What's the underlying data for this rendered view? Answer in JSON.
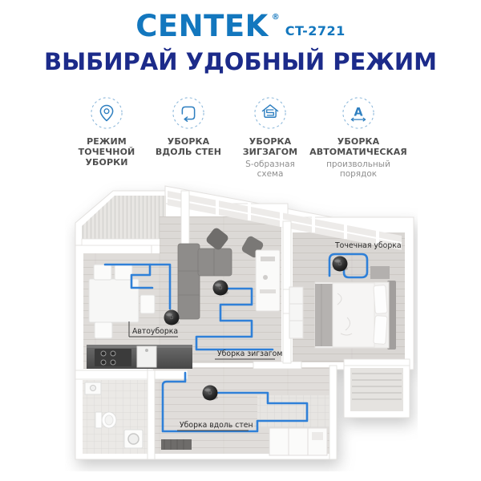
{
  "header": {
    "brand": "CENTEK",
    "reg": "®",
    "model": "CT-2721",
    "title": "ВЫБИРАЙ УДОБНЫЙ РЕЖИМ"
  },
  "modes": [
    {
      "icon": "pin-icon",
      "label": "РЕЖИМ\nТОЧЕЧНОЙ\nУБОРКИ",
      "sublabel": ""
    },
    {
      "icon": "loop-arrow-icon",
      "label": "УБОРКА\nВДОЛЬ СТЕН",
      "sublabel": ""
    },
    {
      "icon": "house-zigzag-icon",
      "label": "УБОРКА\nЗИГЗАГОМ",
      "sublabel": "S-образная\nсхема"
    },
    {
      "icon": "auto-a-icon",
      "icon_letter": "A",
      "label": "УБОРКА\nАВТОМАТИЧЕСКАЯ",
      "sublabel": "произвольный\nпорядок"
    }
  ],
  "floor_plan": {
    "annotations": {
      "auto": "Автоуборка",
      "spot": "Точечная уборка",
      "zigzag": "Уборка зигзагом",
      "along_walls": "Уборка вдоль стен"
    }
  },
  "colors": {
    "brand_blue": "#1377be",
    "title_navy": "#1c2b8a",
    "icon_blue": "#2e7fc0",
    "path_blue": "#2f80d8",
    "robot_dark": "#141414"
  }
}
